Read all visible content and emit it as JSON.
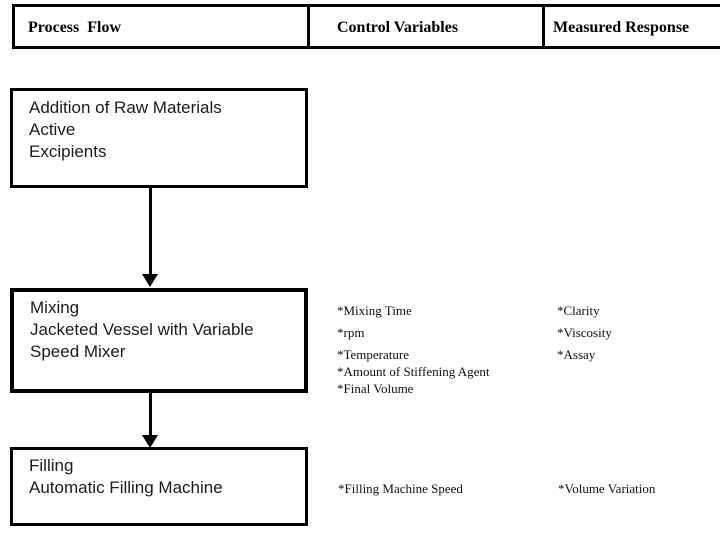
{
  "header": {
    "columns": [
      {
        "label": "Process  Flow"
      },
      {
        "label": "Control Variables"
      },
      {
        "label": "Measured Response"
      }
    ]
  },
  "rows": [
    {
      "process": {
        "lines": [
          "Addition of Raw Materials",
          "Active",
          "Excipients"
        ]
      },
      "control_variables": [],
      "measured_responses": []
    },
    {
      "process": {
        "lines": [
          "Mixing",
          "Jacketed Vessel with Variable",
          "Speed Mixer"
        ]
      },
      "control_variables": [
        "*Mixing Time",
        "*rpm",
        "*Temperature",
        "*Amount of Stiffening Agent",
        "*Final Volume"
      ],
      "measured_responses": [
        "*Clarity",
        "*Viscosity",
        "*Assay"
      ]
    },
    {
      "process": {
        "lines": [
          "Filling",
          "Automatic Filling Machine"
        ]
      },
      "control_variables": [
        "*Filling Machine Speed"
      ],
      "measured_responses": [
        "*Volume Variation"
      ]
    }
  ],
  "colors": {
    "border": "#000000",
    "text": "#1c1c1c",
    "background": "#ffffff"
  }
}
